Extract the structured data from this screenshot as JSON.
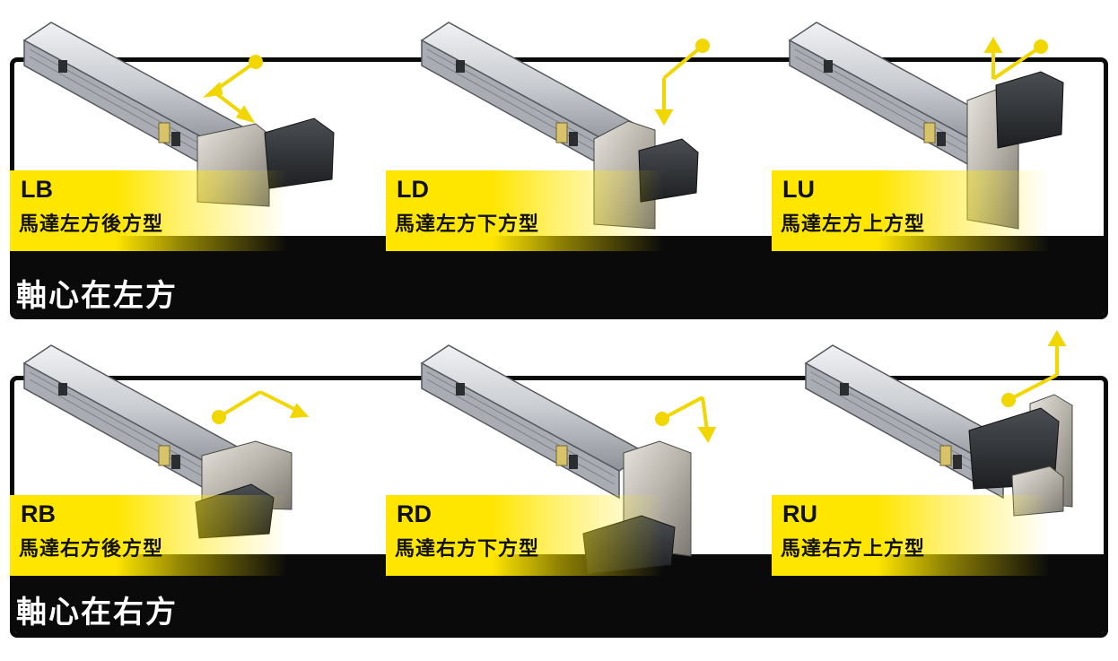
{
  "groups": [
    {
      "title": "軸心在左方",
      "items": [
        {
          "code": "LB",
          "desc": "馬達左方後方型"
        },
        {
          "code": "LD",
          "desc": "馬達左方下方型"
        },
        {
          "code": "LU",
          "desc": "馬達左方上方型"
        }
      ]
    },
    {
      "title": "軸心在右方",
      "items": [
        {
          "code": "RB",
          "desc": "馬達右方後方型"
        },
        {
          "code": "RD",
          "desc": "馬達右方下方型"
        },
        {
          "code": "RU",
          "desc": "馬達右方上方型"
        }
      ]
    }
  ],
  "colors": {
    "highlight": "#ffe600",
    "band": "#0a0a0a",
    "arrow": "#f2d600",
    "motor": "#2b2d30",
    "rail": "#c9ccd1"
  }
}
